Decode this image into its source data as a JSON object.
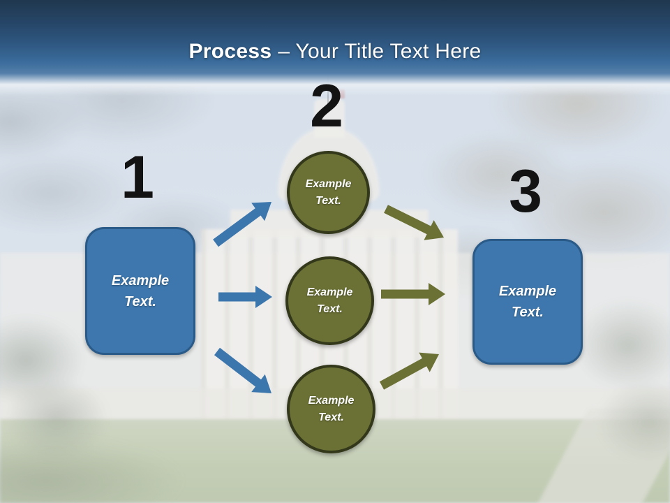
{
  "title": {
    "bold_part": "Process",
    "regular_part": "– Your Title Text Here"
  },
  "steps": {
    "one": {
      "number": "1",
      "label": "Example Text."
    },
    "two": {
      "number": "2"
    },
    "three": {
      "number": "3",
      "label": "Example Text."
    }
  },
  "circles": [
    {
      "label": "Example Text."
    },
    {
      "label": "Example Text."
    },
    {
      "label": "Example Text."
    }
  ],
  "colors": {
    "header_top": "#20384f",
    "header_bottom": "#547fa9",
    "title_text": "#ffffff",
    "number_text": "#131313",
    "box_fill": "#3d77ad",
    "box_border": "#2a5a88",
    "circle_fill": "#6b7135",
    "circle_border": "#34381b",
    "arrow_blue": "#3b76ad",
    "arrow_olive": "#6b7034"
  }
}
